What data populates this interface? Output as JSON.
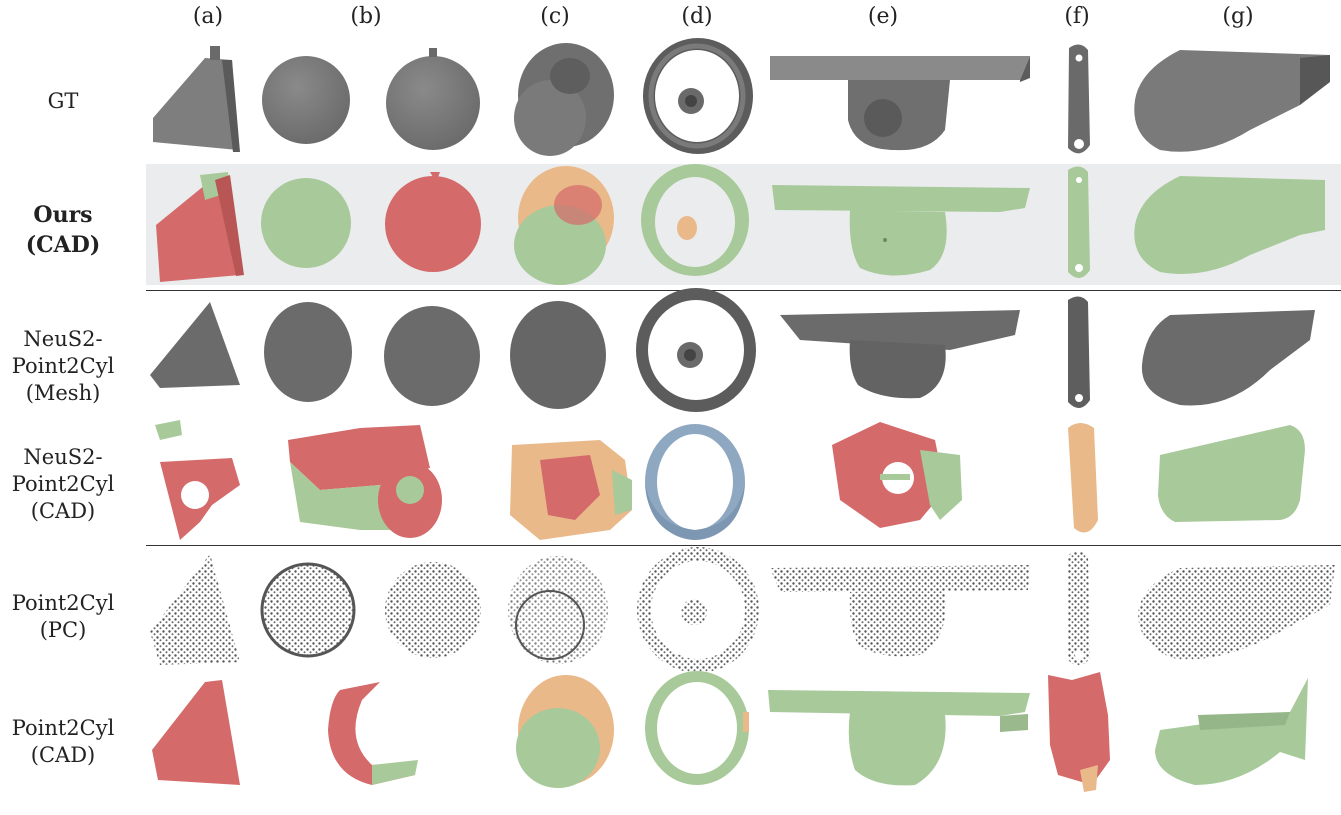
{
  "columns": [
    "(a)",
    "(b)",
    "(c)",
    "(d)",
    "(e)",
    "(f)",
    "(g)"
  ],
  "rows": [
    {
      "lines": [
        "GT"
      ],
      "bold": false
    },
    {
      "lines": [
        "Ours",
        "(CAD)"
      ],
      "bold": true
    },
    {
      "lines": [
        "NeuS2-",
        "Point2Cyl",
        "(Mesh)"
      ],
      "bold": false
    },
    {
      "lines": [
        "NeuS2-",
        "Point2Cyl",
        "(CAD)"
      ],
      "bold": false
    },
    {
      "lines": [
        "Point2Cyl",
        "(PC)"
      ],
      "bold": false
    },
    {
      "lines": [
        "Point2Cyl",
        "(CAD)"
      ],
      "bold": false
    }
  ],
  "colors": {
    "gt_gray": "#7f7f7f",
    "gt_dark": "#5e5e5e",
    "mesh_gray": "#6b6b6b",
    "red": "#d46a6a",
    "green": "#a8c99a",
    "orange": "#e9b98a",
    "blue": "#8fa8c2",
    "band": "#ebecee"
  }
}
